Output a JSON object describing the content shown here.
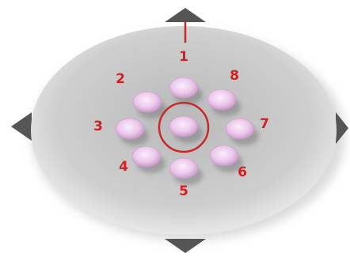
{
  "colors": {
    "disc": "#c9c9c9",
    "disc_edge": "#f2f2f2",
    "arrow": "#5a5a5a",
    "label": "#d42020",
    "well": "#f1d3f1",
    "well_edge": "#c99ac9",
    "ring": "#c82828"
  },
  "labels": {
    "well_1": "1",
    "well_2": "2",
    "well_3": "3",
    "well_4": "4",
    "well_5": "5",
    "well_6": "6",
    "well_7": "7",
    "well_8": "8"
  }
}
